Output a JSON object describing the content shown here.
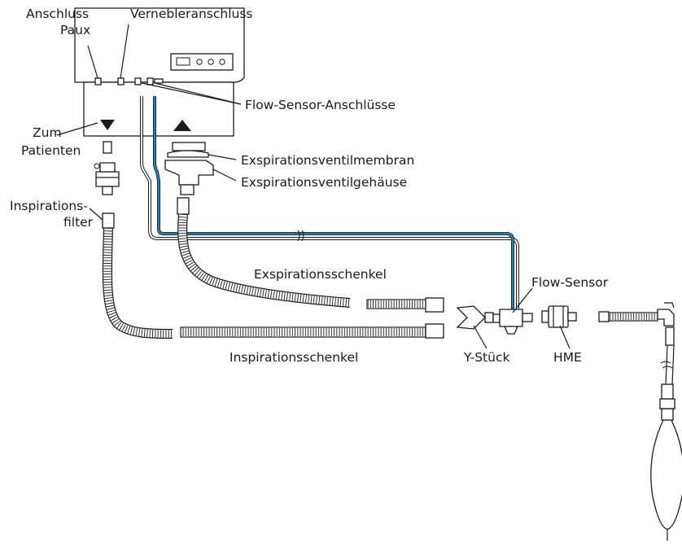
{
  "labels": {
    "anschluss": "Anschluss",
    "paux": "Paux",
    "vernebler": "Vernebleranschluss",
    "flow_sensor_anschluesse": "Flow-Sensor-Anschlüsse",
    "zum": "Zum",
    "patienten": "Patienten",
    "exsp_membran": "Exspirationsventilmembran",
    "exsp_gehaeuse": "Exspirationsventilgehäuse",
    "inspirations": "Inspirations-",
    "filter": "filter",
    "exsp_schenkel": "Exspirationsschenkel",
    "flow_sensor": "Flow-Sensor",
    "insp_schenkel": "Inspirationsschenkel",
    "y_stueck": "Y-Stück",
    "hme": "HME"
  },
  "colors": {
    "sensor_line_blue": "#2a7fb0",
    "ink": "#1a1a1a"
  }
}
